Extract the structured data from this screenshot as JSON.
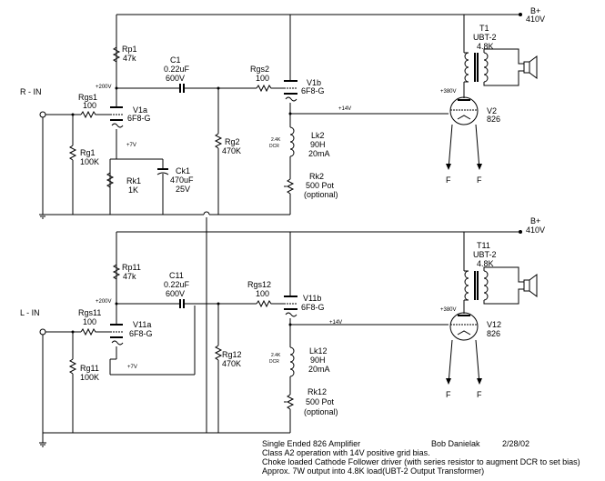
{
  "supply": {
    "plus": "B+",
    "voltage": "410V"
  },
  "channels": [
    {
      "id": "right",
      "input_label": "R - IN",
      "rgs1": {
        "name": "Rgs1",
        "value": "100"
      },
      "rg1": {
        "name": "Rg1",
        "value": "100K"
      },
      "v1a": {
        "name": "V1a",
        "type": "6F8-G"
      },
      "rp1": {
        "name": "Rp1",
        "value": "47k"
      },
      "c1": {
        "name": "C1",
        "value": "0.22uF",
        "rating": "600V"
      },
      "v_200": "+200V",
      "rk1": {
        "name": "Rk1",
        "value": "1K"
      },
      "ck1": {
        "name": "Ck1",
        "value": "470uF",
        "rating": "25V"
      },
      "v_7": "+7V",
      "rg2": {
        "name": "Rg2",
        "value": "470K"
      },
      "rgs2": {
        "name": "Rgs2",
        "value": "100"
      },
      "v1b": {
        "name": "V1b",
        "type": "6F8-G"
      },
      "v_14": "+14V",
      "lk2": {
        "name": "Lk2",
        "value": "90H",
        "current": "20mA"
      },
      "dcr_val": "2.4K",
      "dcr": "DCR",
      "rk2": {
        "name": "Rk2",
        "value": "500 Pot",
        "note": "(optional)"
      },
      "t1": {
        "name": "T1",
        "type": "UBT-2",
        "value": "4.8K"
      },
      "v_380": "+380V",
      "v2": {
        "name": "V2",
        "type": "826"
      },
      "fil1": "F",
      "fil2": "F"
    },
    {
      "id": "left",
      "input_label": "L - IN",
      "rgs1": {
        "name": "Rgs11",
        "value": "100"
      },
      "rg1": {
        "name": "Rg11",
        "value": "100K"
      },
      "v1a": {
        "name": "V11a",
        "type": "6F8-G"
      },
      "rp1": {
        "name": "Rp11",
        "value": "47k"
      },
      "c1": {
        "name": "C11",
        "value": "0.22uF",
        "rating": "600V"
      },
      "v_200": "+200V",
      "v_7": "+7V",
      "rg2": {
        "name": "Rg12",
        "value": "470K"
      },
      "rgs2": {
        "name": "Rgs12",
        "value": "100"
      },
      "v1b": {
        "name": "V11b",
        "type": "6F8-G"
      },
      "v_14": "+14V",
      "lk2": {
        "name": "Lk12",
        "value": "90H",
        "current": "20mA"
      },
      "dcr_val": "2.4K",
      "dcr": "DCR",
      "rk2": {
        "name": "Rk12",
        "value": "500 Pot",
        "note": "(optional)"
      },
      "t1": {
        "name": "T11",
        "type": "UBT-2",
        "value": "4.8K"
      },
      "v_380": "+380V",
      "v2": {
        "name": "V12",
        "type": "826"
      },
      "fil1": "F",
      "fil2": "F"
    }
  ],
  "notes": {
    "title": "Single Ended 826 Amplifier",
    "author": "Bob Danielak",
    "date": "2/28/02",
    "line1": "Class A2 operation with 14V positive grid bias.",
    "line2": "Choke loaded Cathode Follower driver (with series resistor  to augment DCR to set bias)",
    "line3": "Approx. 7W output into 4.8K load(UBT-2 Output Transformer)"
  }
}
